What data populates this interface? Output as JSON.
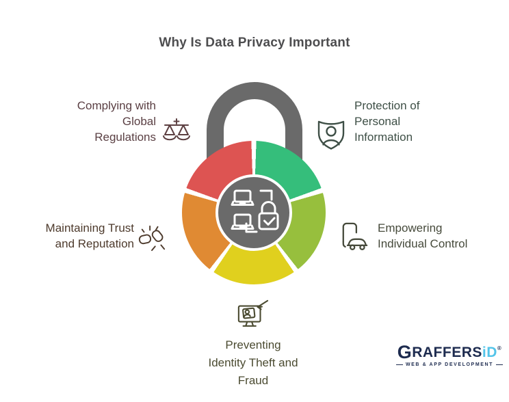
{
  "title": "Why Is Data Privacy Important",
  "palette": {
    "segment_green": "#35be7b",
    "segment_olive": "#97bf3d",
    "segment_yellow": "#e0d01e",
    "segment_orange": "#e08a33",
    "segment_red": "#dd5452",
    "lock_gray": "#6a6a6a",
    "title_gray": "#4d4d4f",
    "logo_navy": "#1d2b4f",
    "logo_cyan": "#53c4e9"
  },
  "lock": {
    "center_icon": "secure-devices-lock-icon",
    "segments": [
      {
        "position": "top-right",
        "color": "#35be7b",
        "label": "Protection of Personal Information"
      },
      {
        "position": "right",
        "color": "#97bf3d",
        "label": "Empowering Individual Control"
      },
      {
        "position": "bottom",
        "color": "#e0d01e",
        "label": "Preventing Identity Theft and Fraud"
      },
      {
        "position": "left",
        "color": "#e08a33",
        "label": "Maintaining Trust and Reputation"
      },
      {
        "position": "top-left",
        "color": "#dd5452",
        "label": "Complying with Global Regulations"
      }
    ]
  },
  "callouts": {
    "complying": {
      "lines": [
        "Complying with",
        "Global",
        "Regulations"
      ],
      "icon": "scales-icon",
      "text_color": "#5a3f43"
    },
    "protection": {
      "lines": [
        "Protection of",
        "Personal",
        "Information"
      ],
      "icon": "shield-person-icon",
      "text_color": "#3e4f46"
    },
    "trust": {
      "lines": [
        "Maintaining Trust",
        "and Reputation"
      ],
      "icon": "fist-bump-icon",
      "text_color": "#4d3a2c"
    },
    "control": {
      "lines": [
        "Empowering",
        "Individual Control"
      ],
      "icon": "phone-car-icon",
      "text_color": "#464a3b"
    },
    "theft": {
      "lines": [
        "Preventing",
        "Identity Theft and",
        "Fraud"
      ],
      "icon": "identity-theft-monitor-icon",
      "text_color": "#4b4b31"
    }
  },
  "logo": {
    "brand_g": "G",
    "brand_raffers": "RAFFERS",
    "brand_id": "iD",
    "registered_mark": "®",
    "tagline": "WEB & APP DEVELOPMENT"
  }
}
